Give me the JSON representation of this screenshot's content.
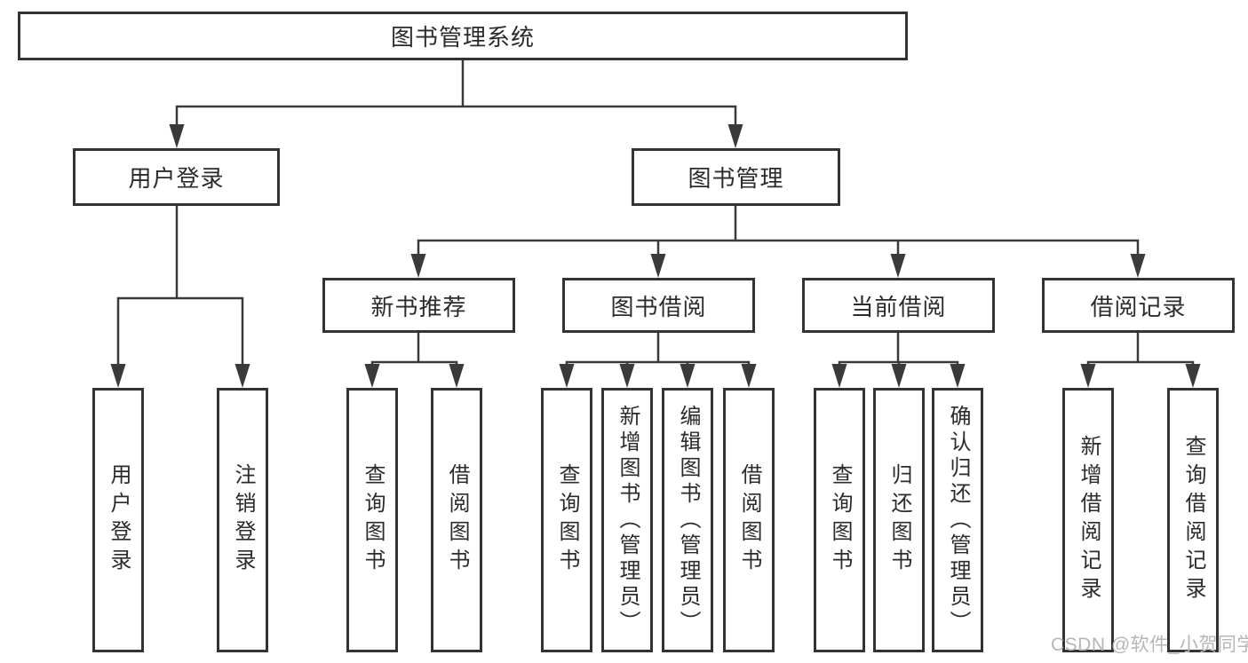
{
  "diagram": {
    "type": "hierarchy-tree",
    "root": {
      "label": "图书管理系统",
      "children": [
        {
          "label": "用户登录",
          "children": [
            {
              "label": "用户登录"
            },
            {
              "label": "注销登录"
            }
          ]
        },
        {
          "label": "图书管理",
          "children": [
            {
              "label": "新书推荐",
              "children": [
                {
                  "label": "查询图书"
                },
                {
                  "label": "借阅图书"
                }
              ]
            },
            {
              "label": "图书借阅",
              "children": [
                {
                  "label": "查询图书"
                },
                {
                  "label": "新增图书（管理员）"
                },
                {
                  "label": "编辑图书（管理员）"
                },
                {
                  "label": "借阅图书"
                }
              ]
            },
            {
              "label": "当前借阅",
              "children": [
                {
                  "label": "查询图书"
                },
                {
                  "label": "归还图书"
                },
                {
                  "label": "确认归还（管理员）"
                }
              ]
            },
            {
              "label": "借阅记录",
              "children": [
                {
                  "label": "新增借阅记录"
                },
                {
                  "label": "查询借阅记录"
                }
              ]
            }
          ]
        }
      ]
    }
  },
  "watermark": {
    "text": "CSDN @软件_小贺同学",
    "color": "#b6b6b6"
  },
  "colors": {
    "background": "#ffffff",
    "box_border": "#333333",
    "connector_line": "#3a3a3a",
    "text": "#2b2b2b"
  }
}
